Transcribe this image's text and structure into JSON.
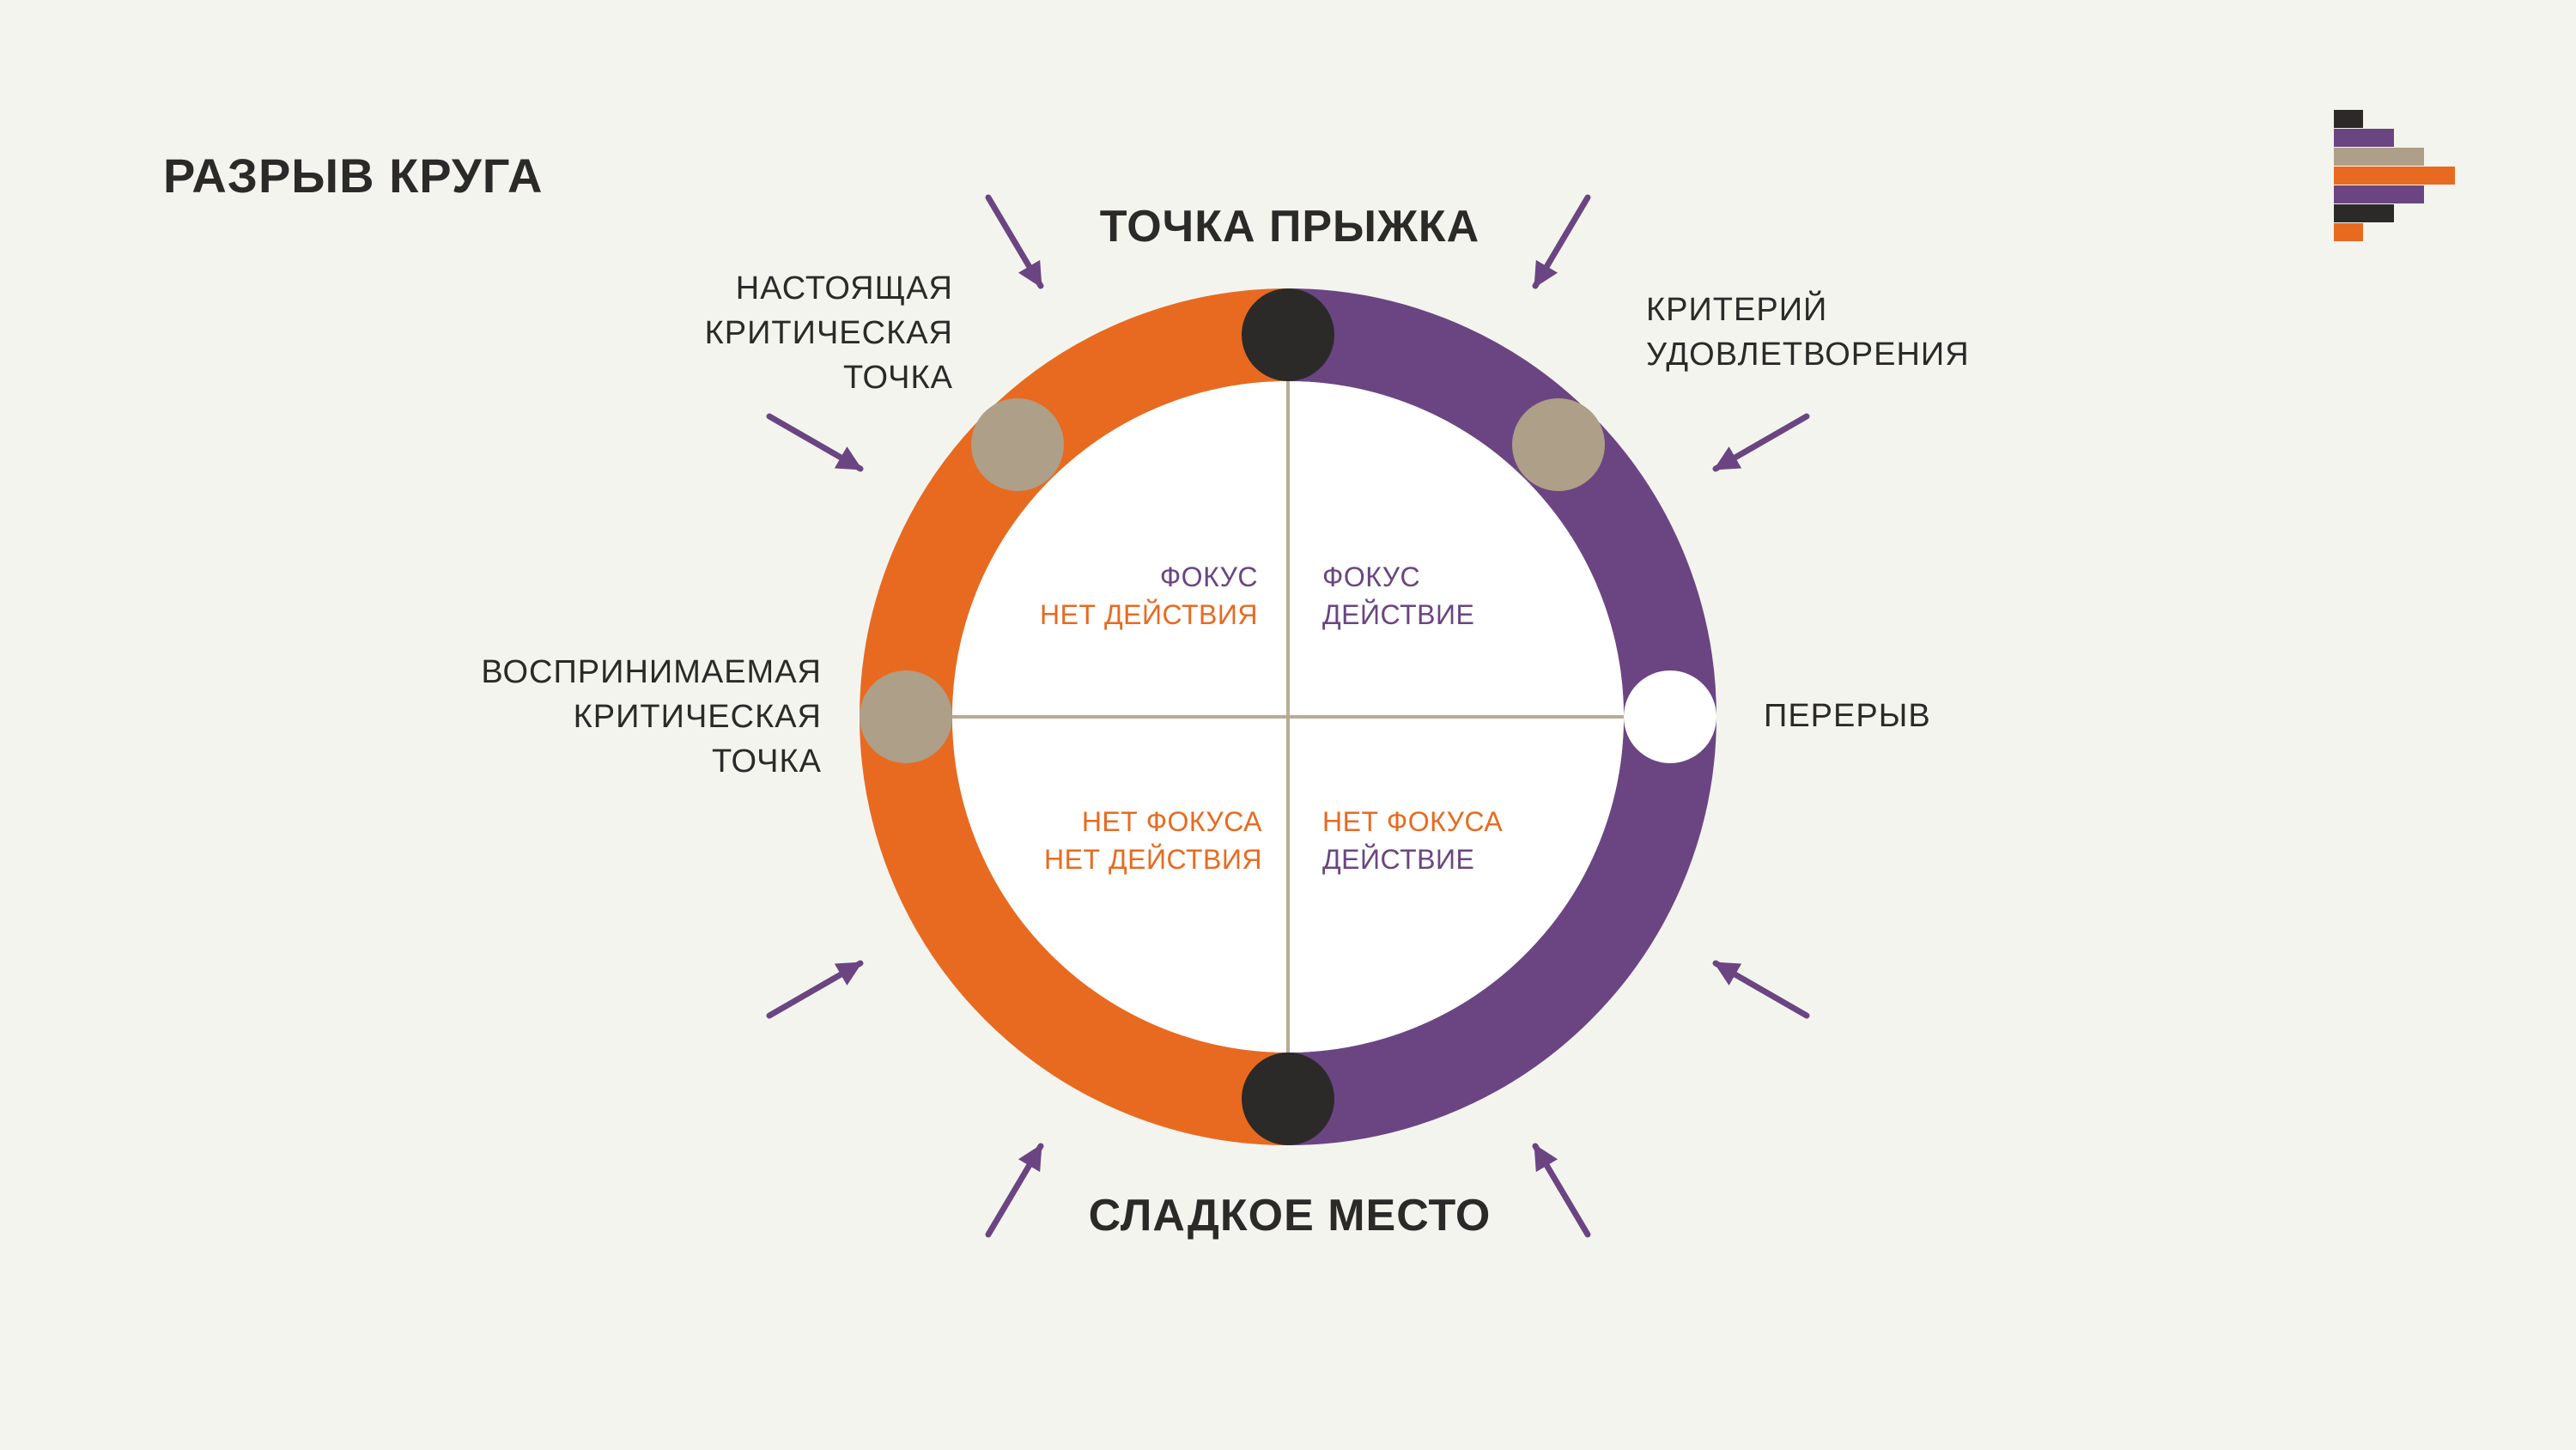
{
  "title": "РАЗРЫВ КРУГА",
  "top_label": "ТОЧКА ПРЫЖКА",
  "bottom_label": "СЛАДКОЕ МЕСТО",
  "left_labels": {
    "real_critical_point": [
      "НАСТОЯЩАЯ",
      "КРИТИЧЕСКАЯ",
      "ТОЧКА"
    ],
    "perceived_critical_point": [
      "ВОСПРИНИМАЕМАЯ",
      "КРИТИЧЕСКАЯ",
      "ТОЧКА"
    ]
  },
  "right_labels": {
    "satisfaction_criterion": [
      "КРИТЕРИЙ",
      "УДОВЛЕТВОРЕНИЯ"
    ],
    "break": "ПЕРЕРЫВ"
  },
  "quadrants": {
    "top_left": {
      "line1": "ФОКУС",
      "line2": "НЕТ ДЕЙСТВИЯ"
    },
    "top_right": {
      "line1": "ФОКУС",
      "line2": "ДЕЙСТВИЕ"
    },
    "bottom_left": {
      "line1": "НЕТ ФОКУСА",
      "line2": "НЕТ ДЕЙСТВИЯ"
    },
    "bottom_right": {
      "line1": "НЕТ ФОКУСА",
      "line2": "ДЕЙСТВИЕ"
    }
  },
  "colors": {
    "orange": "#e86a20",
    "purple": "#6b4582",
    "black": "#2b2a29",
    "beige": "#ae9f88",
    "white": "#ffffff",
    "background": "#f4f4ef"
  },
  "logo": {
    "name": "brand-logo"
  }
}
